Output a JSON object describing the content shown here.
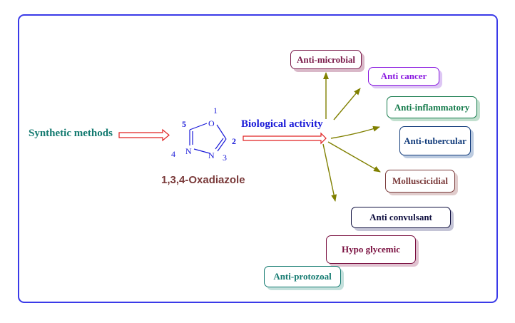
{
  "diagram": {
    "source_label": "Synthetic methods",
    "compound_name": "1,3,4-Oxadiazole",
    "link_label": "Biological activity",
    "ring": {
      "atoms": [
        {
          "symbol": "O",
          "position_number": "1"
        },
        {
          "symbol": "",
          "position_number": "2"
        },
        {
          "symbol": "N",
          "position_number": "3"
        },
        {
          "symbol": "N",
          "position_number": "4"
        },
        {
          "symbol": "",
          "position_number": "5"
        }
      ]
    },
    "activities": [
      {
        "label": "Anti-microbial",
        "color": "#7a1a4a",
        "shadow": "#d9b8c8"
      },
      {
        "label": "Anti cancer",
        "color": "#8a1ae0",
        "shadow": "#ddc6f4"
      },
      {
        "label": "Anti-inflammatory",
        "color": "#137a4a",
        "shadow": "#c2e0cf"
      },
      {
        "label": "Anti-tubercular",
        "color": "#103a7a",
        "shadow": "#bccbe0"
      },
      {
        "label": "Molluscicidial",
        "color": "#7a3a3a",
        "shadow": "#e0cccc"
      },
      {
        "label": "Anti convulsant",
        "color": "#101040",
        "shadow": "#c4c4d6"
      },
      {
        "label": "Hypo glycemic",
        "color": "#7a1040",
        "shadow": "#e0c2d0"
      },
      {
        "label": "Anti-protozoal",
        "color": "#137a70",
        "shadow": "#c4e0dc"
      }
    ],
    "colors": {
      "frame": "#3a3ae8",
      "source_text": "#137a70",
      "link_text": "#1a1ad8",
      "compound_text": "#7a3a3a",
      "hollow_arrow": "#e02020",
      "spoke_arrow": "#808000",
      "ring": "#1a1ad8"
    }
  }
}
